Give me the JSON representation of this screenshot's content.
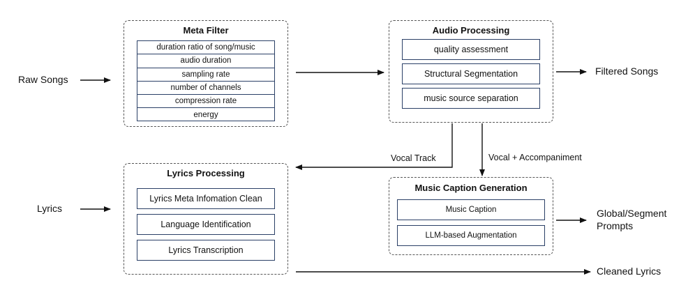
{
  "inputs": {
    "raw_songs": "Raw Songs",
    "lyrics": "Lyrics"
  },
  "outputs": {
    "filtered_songs": "Filtered Songs",
    "prompts_line1": "Global/Segment",
    "prompts_line2": "Prompts",
    "cleaned_lyrics": "Cleaned Lyrics"
  },
  "edge_labels": {
    "vocal_track": "Vocal Track",
    "vocal_accompaniment": "Vocal + Accompaniment"
  },
  "meta_filter": {
    "title": "Meta Filter",
    "items": [
      "duration ratio of song/music",
      "audio duration",
      "sampling rate",
      "number of channels",
      "compression rate",
      "energy"
    ]
  },
  "audio_processing": {
    "title": "Audio Processing",
    "items": [
      "quality assessment",
      "Structural Segmentation",
      "music source separation"
    ]
  },
  "lyrics_processing": {
    "title": "Lyrics Processing",
    "items": [
      "Lyrics Meta Infomation Clean",
      "Language Identification",
      "Lyrics Transcription"
    ]
  },
  "music_caption": {
    "title": "Music Caption Generation",
    "items": [
      "Music Caption",
      "LLM-based Augmentation"
    ]
  }
}
